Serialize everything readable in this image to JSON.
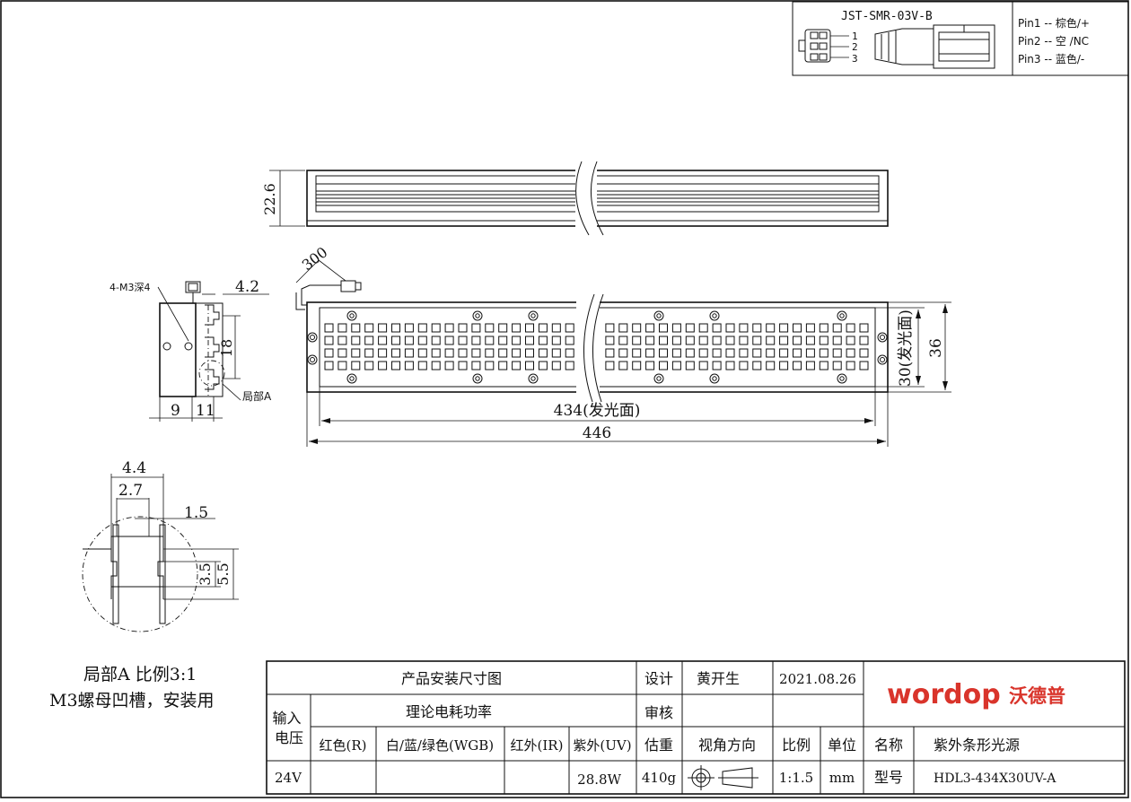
{
  "connector": {
    "model": "JST-SMR-03V-B",
    "pin_numbers": [
      "1",
      "2",
      "3"
    ],
    "pins": [
      "Pin1 -- 棕色/+",
      "Pin2 -- 空 /NC",
      "Pin3 -- 蓝色/-"
    ]
  },
  "dimensions": {
    "height": "22.6",
    "cable": "300",
    "thread": "4-M3深4",
    "offset_top": "4.2",
    "slot_spacing": "18",
    "side_a": "9",
    "side_b": "11",
    "detail_ref": "局部A",
    "emit_length": "434(发光面)",
    "total_length": "446",
    "emit_width": "30(发光面)",
    "total_width": "36",
    "detail_w1": "4.4",
    "detail_w2": "2.7",
    "detail_w3": "1.5",
    "detail_h1": "3.5",
    "detail_h2": "5.5"
  },
  "detail_caption": {
    "line1": "局部A 比例3:1",
    "line2": "M3螺母凹槽，安装用"
  },
  "title_block": {
    "drawing_title": "产品安装尺寸图",
    "design_label": "设计",
    "designer": "黄开生",
    "date": "2021.08.26",
    "review_label": "审核",
    "power_header": "理论电耗功率",
    "input_voltage_label": "输入电压",
    "col_red": "红色(R)",
    "col_wgb": "白/蓝/绿色(WGB)",
    "col_ir": "红外(IR)",
    "col_uv": "紫外(UV)",
    "weight_label": "估重",
    "view_label": "视角方向",
    "scale_label": "比例",
    "unit_label": "单位",
    "name_label": "名称",
    "name_value": "紫外条形光源",
    "voltage": "24V",
    "uv_power": "28.8W",
    "weight": "410g",
    "scale": "1:1.5",
    "unit": "mm",
    "model_label": "型号",
    "model_value": "HDL3-434X30UV-A",
    "brand": "wordop",
    "brand_cn": "沃德普"
  },
  "colors": {
    "brand": "#d9342b",
    "line": "#111111"
  }
}
